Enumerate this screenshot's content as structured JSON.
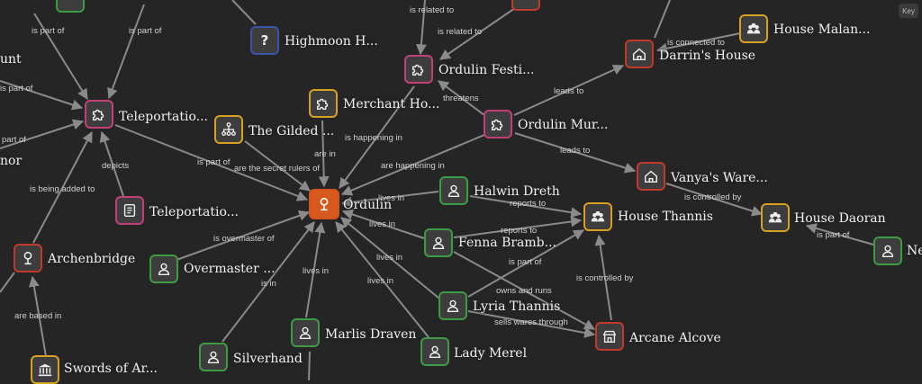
{
  "ui": {
    "key_button": "Key"
  },
  "nodes": {
    "highmoon": "Highmoon H...",
    "ordulin_festival": "Ordulin Festi...",
    "darrins_house": "Darrin's House",
    "house_malan": "House Malan...",
    "teleportation_circle": "Teleportatio...",
    "merchant_house": "Merchant Ho...",
    "the_gilded": "The Gilded ...",
    "ordulin_murders": "Ordulin Mur...",
    "vanyas_warehouse": "Vanya's Ware...",
    "ordulin": "Ordulin",
    "halwin_dreth": "Halwin Dreth",
    "house_thannis": "House Thannis",
    "house_daoran": "House Daoran",
    "teleportation_doc": "Teleportatio...",
    "fenna_bramble": "Fenna Bramb...",
    "archenbridge": "Archenbridge",
    "overmaster": "Overmaster ...",
    "lyria_thannis": "Lyria Thannis",
    "marlis_draven": "Marlis Draven",
    "arcane_alcove": "Arcane Alcove",
    "lady_merel": "Lady Merel",
    "silverhand": "Silverhand",
    "swords_of_ar": "Swords of Ar...",
    "partial_ne": "Ne",
    "partial_unt": "unt",
    "partial_nor": "nor"
  },
  "edges": {
    "is_related_to_a": "is related to",
    "is_related_to_b": "is related to",
    "is_part_of_a": "is part of",
    "is_part_of_b": "is part of",
    "is_part_of_c": "is part of",
    "part_of_d": "part of",
    "is_part_of_e": "is part of",
    "is_part_of_f": "is part of",
    "is_connected_to": "is connected to",
    "leads_to_a": "leads to",
    "leads_to_b": "leads to",
    "threatens": "threatens",
    "is_happening_in": "is happening in",
    "are_in": "are in",
    "are_happening_in": "are happening in",
    "depicts": "depicts",
    "are_secret_rulers": "are the secret rulers of",
    "is_being_added_to": "is being added to",
    "is_controlled_by_a": "is controlled by",
    "is_controlled_by_b": "is controlled by",
    "lives_in_a": "lives in",
    "lives_in_b": "lives in",
    "lives_in_c": "lives in",
    "lives_in_d": "lives in",
    "lives_in_e": "lives in",
    "reports_to_a": "reports to",
    "reports_to_b": "reports to",
    "is_overmaster_of": "is overmaster of",
    "is_in": "is in",
    "owns_and_runs": "owns and runs",
    "sells_wares_through": "sells wares through",
    "are_based_in": "are based in"
  },
  "colors": {
    "background": "#252525",
    "person": "#3e9a45",
    "group": "#d7a021",
    "place": "#c0392b",
    "event": "#c2407a",
    "unknown": "#3953a8",
    "center": "#d65a1e",
    "edge": "#8a8a8a"
  }
}
